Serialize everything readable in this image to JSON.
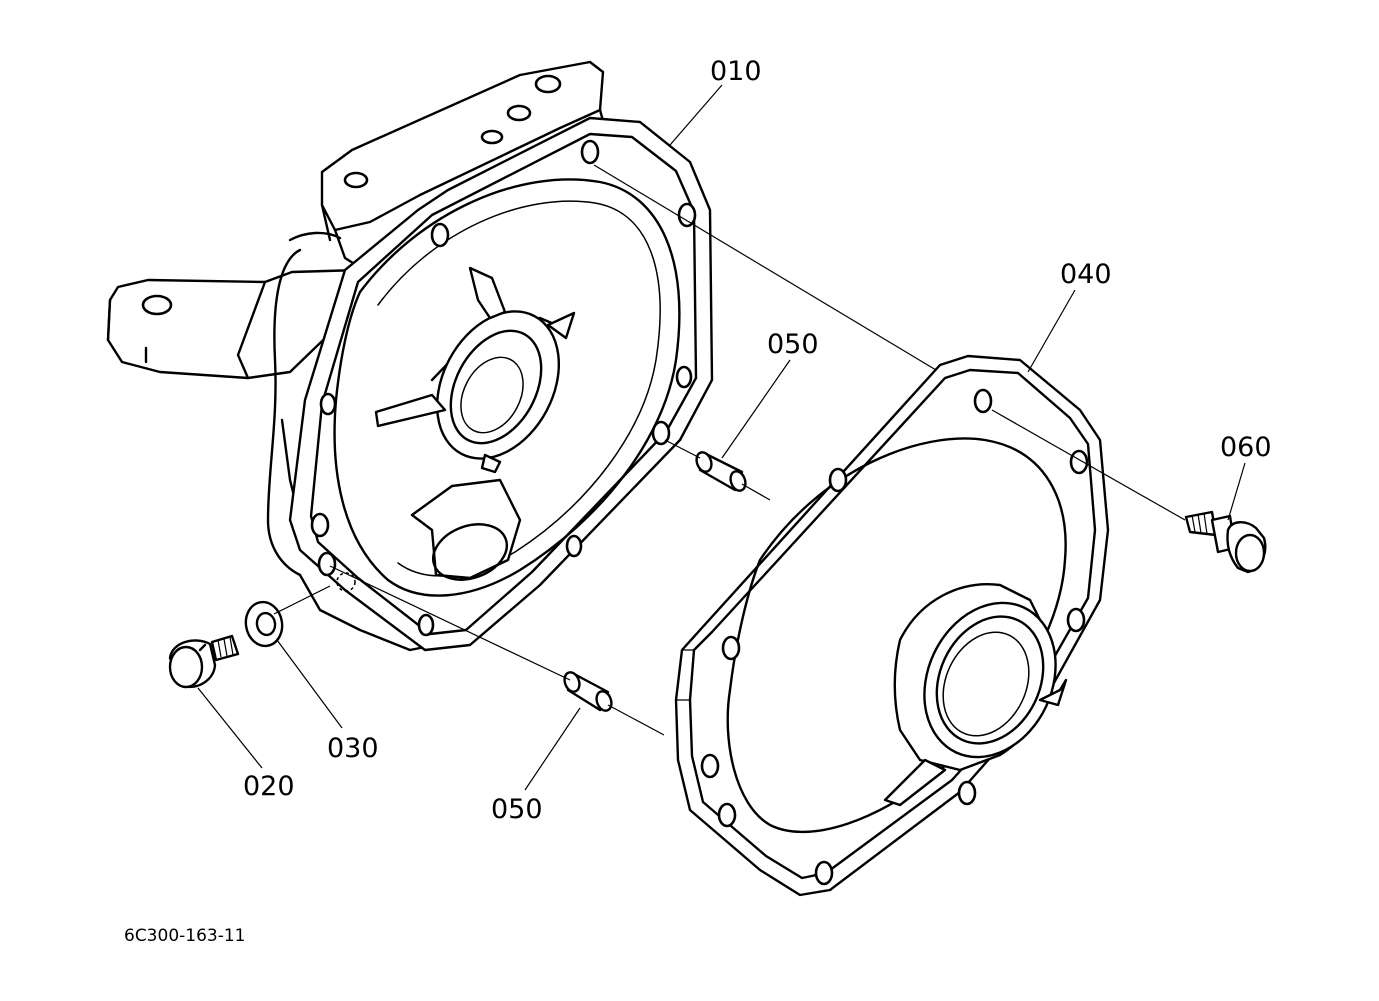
{
  "callouts": {
    "c010": "010",
    "c040": "040",
    "c050a": "050",
    "c060": "060",
    "c030": "030",
    "c020": "020",
    "c050b": "050"
  },
  "figure_code": "6C300-163-11"
}
